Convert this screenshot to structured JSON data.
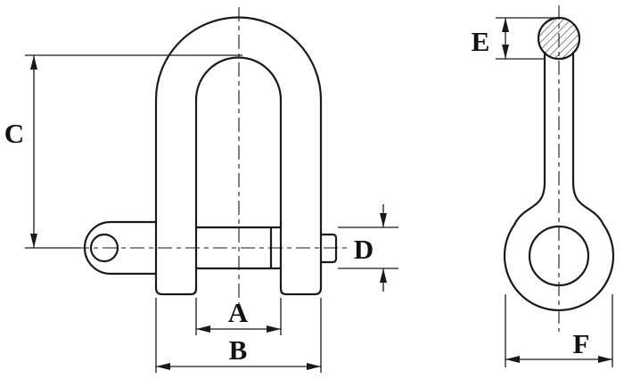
{
  "drawing": {
    "labels": {
      "a": "A",
      "b": "B",
      "c": "C",
      "d": "D",
      "e": "E",
      "f": "F"
    },
    "colors": {
      "line": "#1a1a1a",
      "background": "#ffffff"
    }
  }
}
